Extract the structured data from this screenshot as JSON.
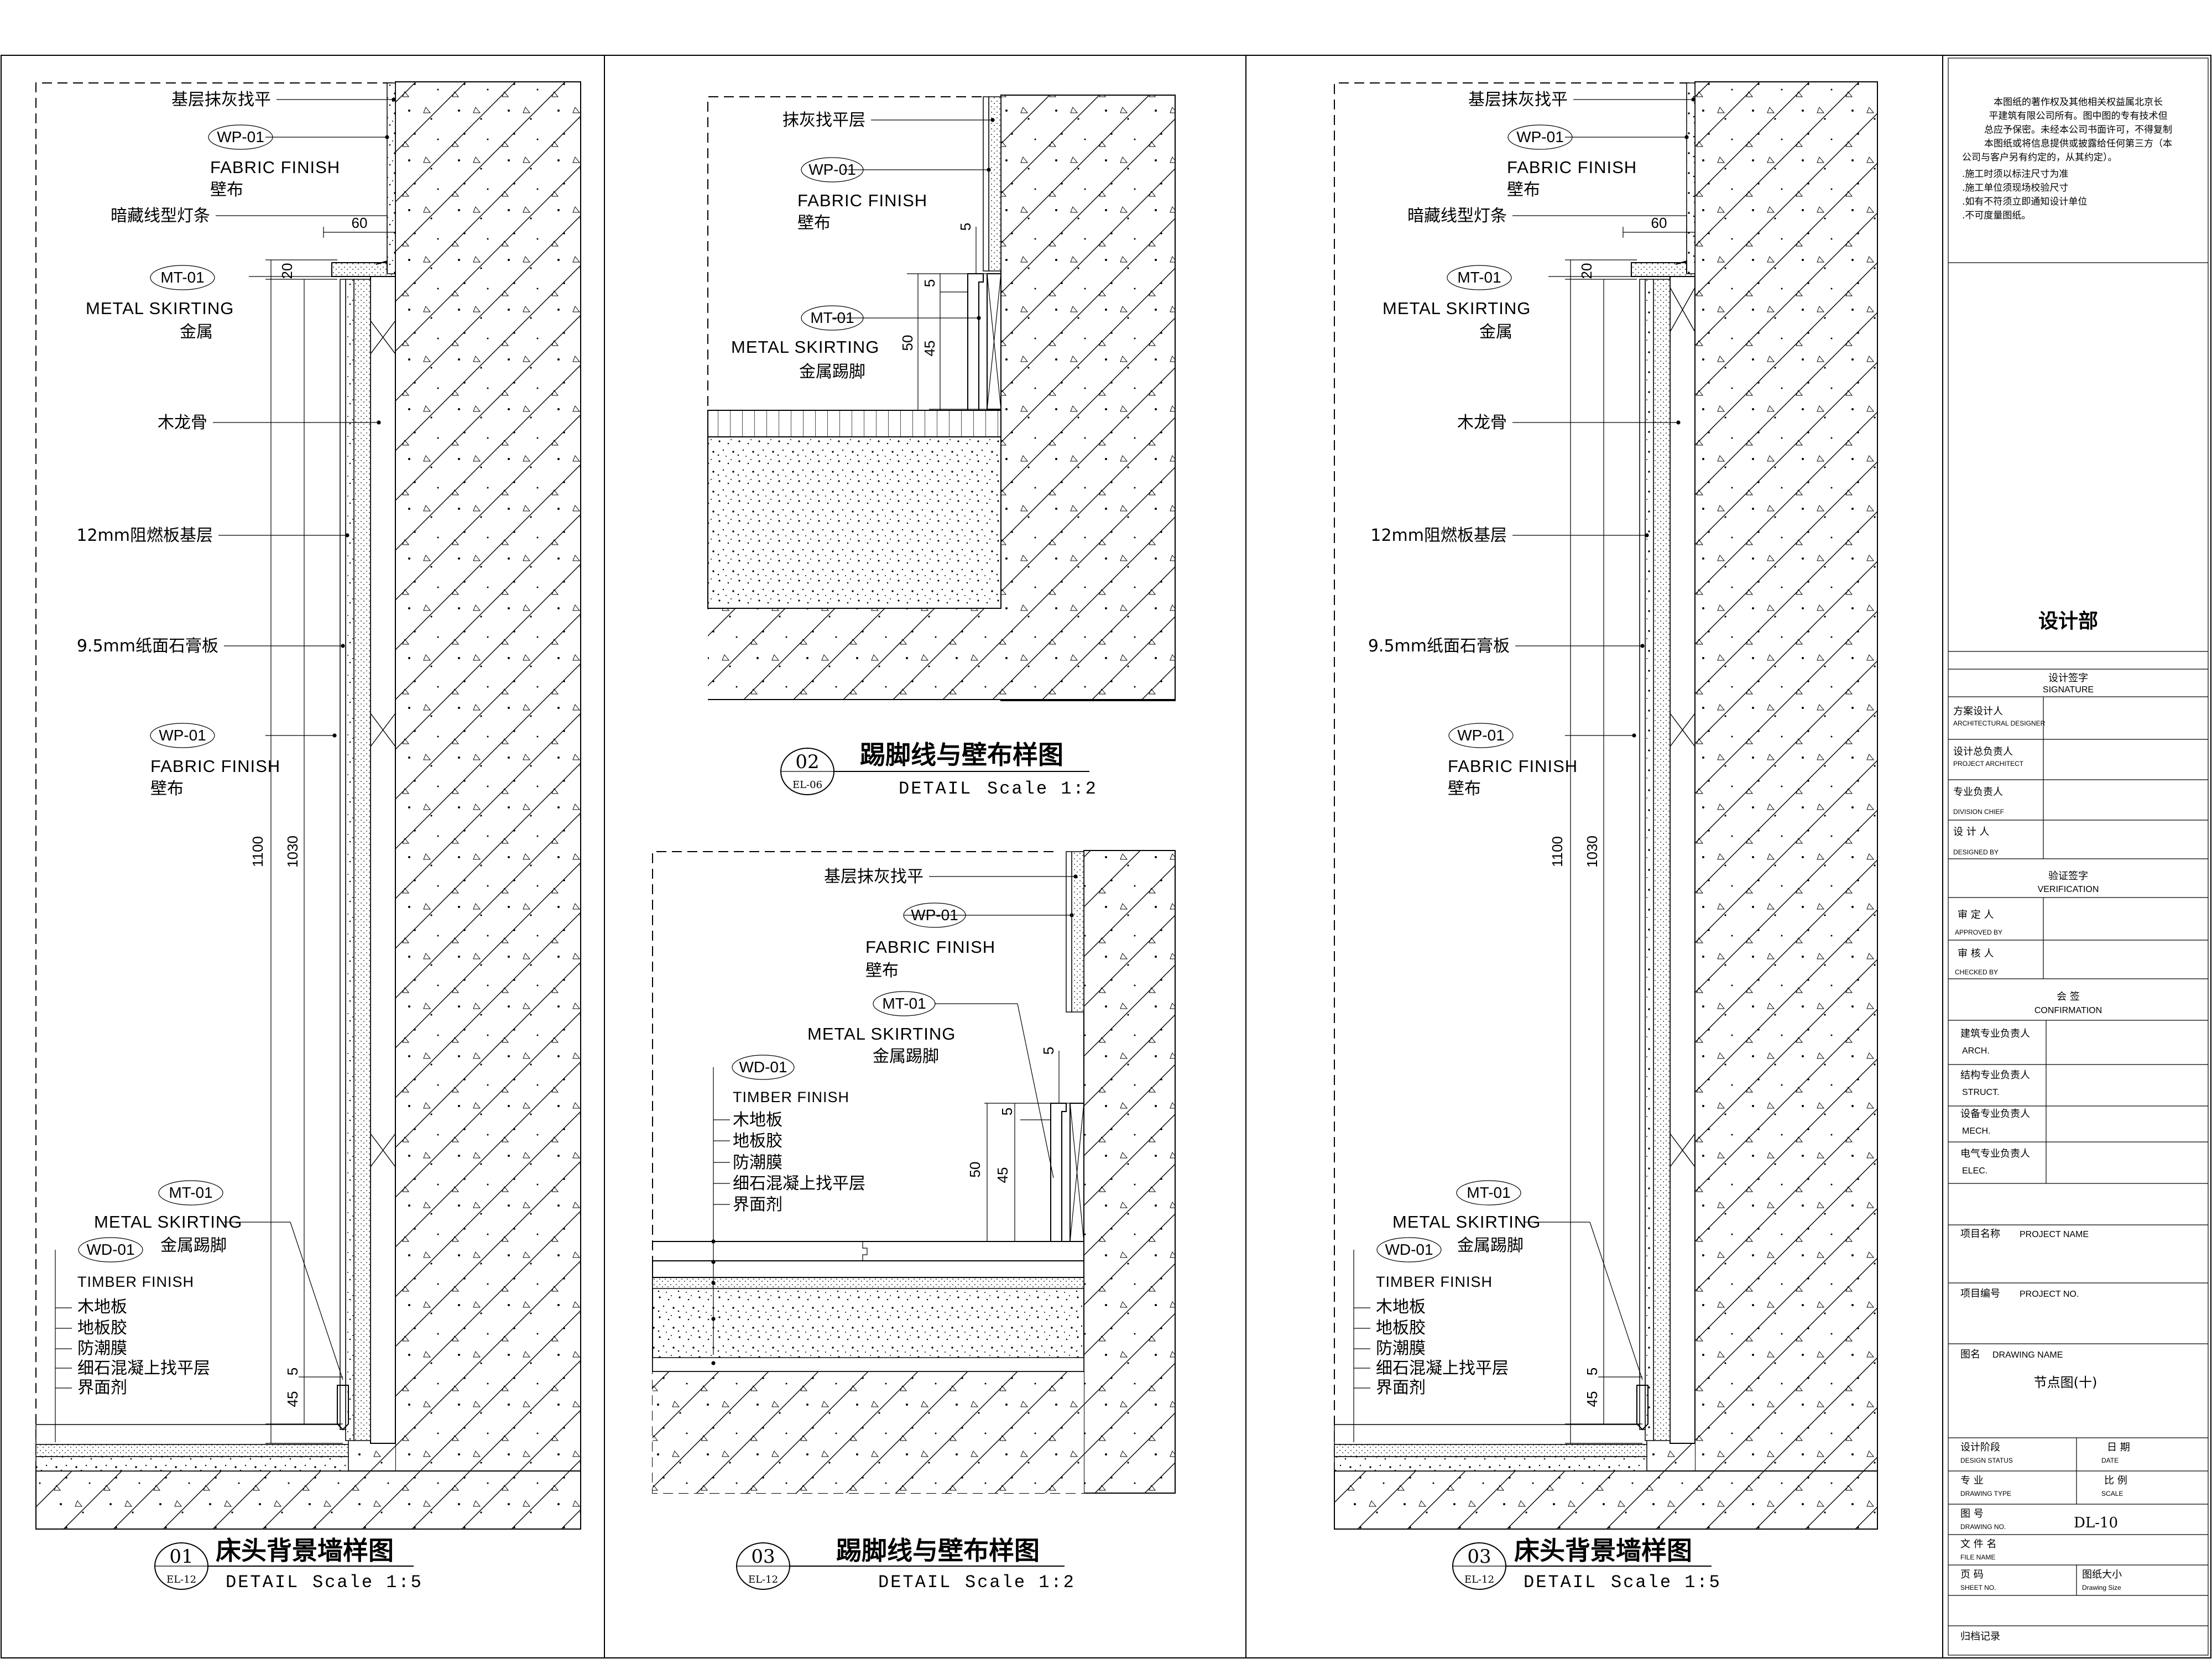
{
  "detail_01": {
    "labels": {
      "plaster": "基层抹灰找平",
      "wp_tag": "WP-01",
      "fabric_en": "FABRIC FINISH",
      "fabric_cn": "壁布",
      "light_strip": "暗藏线型灯条",
      "mt_tag": "MT-01",
      "metal_en": "METAL SKIRTING",
      "metal_cn": "金属",
      "keel": "木龙骨",
      "board": "12mm阻燃板基层",
      "gypsum": "9.5mm纸面石膏板",
      "wp_tag2": "WP-01",
      "fabric_en2": "FABRIC FINISH",
      "fabric_cn2": "壁布",
      "mt_tag2": "MT-01",
      "metal_en2": "METAL SKIRTING",
      "metal_cn2": "金属踢脚",
      "wd_tag": "WD-01",
      "timber_en": "TIMBER FINISH",
      "floor1": "木地板",
      "floor2": "地板胶",
      "floor3": "防潮膜",
      "floor4": "细石混凝上找平层",
      "floor5": "界面剂"
    },
    "dims": {
      "d60": "60",
      "d20": "20",
      "d1100": "1100",
      "d1030": "1030",
      "d5": "5",
      "d45": "45"
    },
    "title": {
      "num": "01",
      "ref": "EL-12",
      "name": "床头背景墙样图",
      "detail": "DETAIL",
      "scale": "Scale 1:5"
    }
  },
  "detail_02": {
    "labels": {
      "plaster": "抹灰找平层",
      "wp_tag": "WP-01",
      "fabric_en": "FABRIC FINISH",
      "fabric_cn": "壁布",
      "mt_tag": "MT-01",
      "metal_en": "METAL SKIRTING",
      "metal_cn": "金属踢脚"
    },
    "dims": {
      "d5a": "5",
      "d5b": "5",
      "d50": "50",
      "d45": "45"
    },
    "title": {
      "num": "02",
      "ref": "EL-06",
      "name": "踢脚线与壁布样图",
      "detail": "DETAIL",
      "scale": "Scale 1:2"
    }
  },
  "detail_03a": {
    "labels": {
      "plaster": "基层抹灰找平",
      "wp_tag": "WP-01",
      "fabric_en": "FABRIC FINISH",
      "fabric_cn": "壁布",
      "mt_tag": "MT-01",
      "metal_en": "METAL SKIRTING",
      "metal_cn": "金属踢脚",
      "wd_tag": "WD-01",
      "timber_en": "TIMBER FINISH",
      "floor1": "木地板",
      "floor2": "地板胶",
      "floor3": "防潮膜",
      "floor4": "细石混凝上找平层",
      "floor5": "界面剂"
    },
    "dims": {
      "d5a": "5",
      "d5b": "5",
      "d50": "50",
      "d45": "45"
    },
    "title": {
      "num": "03",
      "ref": "EL-12",
      "name": "踢脚线与壁布样图",
      "detail": "DETAIL",
      "scale": "Scale 1:2"
    }
  },
  "detail_03b": {
    "labels": {
      "plaster": "基层抹灰找平",
      "wp_tag": "WP-01",
      "fabric_en": "FABRIC FINISH",
      "fabric_cn": "壁布",
      "light_strip": "暗藏线型灯条",
      "mt_tag": "MT-01",
      "metal_en": "METAL SKIRTING",
      "metal_cn": "金属",
      "keel": "木龙骨",
      "board": "12mm阻燃板基层",
      "gypsum": "9.5mm纸面石膏板",
      "wp_tag2": "WP-01",
      "fabric_en2": "FABRIC FINISH",
      "fabric_cn2": "壁布",
      "mt_tag2": "MT-01",
      "metal_en2": "METAL SKIRTING",
      "metal_cn2": "金属踢脚",
      "wd_tag": "WD-01",
      "timber_en": "TIMBER FINISH",
      "floor1": "木地板",
      "floor2": "地板胶",
      "floor3": "防潮膜",
      "floor4": "细石混凝上找平层",
      "floor5": "界面剂"
    },
    "dims": {
      "d60": "60",
      "d20": "20",
      "d1100": "1100",
      "d1030": "1030",
      "d5": "5",
      "d45": "45"
    },
    "title": {
      "num": "03",
      "ref": "EL-12",
      "name": "床头背景墙样图",
      "detail": "DETAIL",
      "scale": "Scale 1:5"
    }
  },
  "title_block": {
    "notes": [
      "本图纸的著作权及其他相关权益属北京长",
      "平建筑有限公司所有。图中图的专有技术但",
      "总应予保密。未经本公司书面许可，不得复制",
      "本图纸或将信息提供或披露给任何第三方（本",
      "公司与客户另有约定的，从其约定）。",
      ".施工时须以标注尺寸为准",
      ".施工单位须现场校验尺寸",
      ".如有不符须立即通知设计单位",
      ".不可度量图纸。"
    ],
    "department": "设计部",
    "signature_cn": "设计签字",
    "signature_en": "SIGNATURE",
    "sig_rows": [
      {
        "cn": "方案设计人",
        "en": "ARCHITECTURAL DESIGNER"
      },
      {
        "cn": "设计总负责人",
        "en": "PROJECT ARCHITECT"
      },
      {
        "cn": "专业负责人",
        "en": "DIVISION CHIEF"
      },
      {
        "cn": "设 计 人",
        "en": "DESIGNED BY"
      }
    ],
    "verification_cn": "验证签字",
    "verification_en": "VERIFICATION",
    "ver_rows": [
      {
        "cn": "审 定 人",
        "en": "APPROVED BY"
      },
      {
        "cn": "审 核 人",
        "en": "CHECKED BY"
      }
    ],
    "confirmation_cn": "会 签",
    "confirmation_en": "CONFIRMATION",
    "conf_rows": [
      {
        "cn": "建筑专业负责人",
        "en": "ARCH."
      },
      {
        "cn": "结构专业负责人",
        "en": "STRUCT."
      },
      {
        "cn": "设备专业负责人",
        "en": "MECH."
      },
      {
        "cn": "电气专业负责人",
        "en": "ELEC."
      }
    ],
    "project_name_cn": "项目名称",
    "project_name_en": "PROJECT NAME",
    "project_no_cn": "项目编号",
    "project_no_en": "PROJECT NO.",
    "drawing_name_cn": "图名",
    "drawing_name_en": "DRAWING NAME",
    "drawing_name_value": "节点图(十)",
    "status_cn": "设计阶段",
    "status_en": "DESIGN STATUS",
    "date_cn": "日 期",
    "date_en": "DATE",
    "type_cn": "专 业",
    "type_en": "DRAWING TYPE",
    "scale_cn": "比 例",
    "scale_en": "SCALE",
    "no_cn": "图 号",
    "no_en": "DRAWING NO.",
    "no_value": "DL-10",
    "file_cn": "文 件 名",
    "file_en": "FILE NAME",
    "sheet_cn": "页 码",
    "sheet_en": "SHEET NO.",
    "size_cn": "图纸大小",
    "size_en": "Drawing Size",
    "archive_cn": "归档记录"
  }
}
